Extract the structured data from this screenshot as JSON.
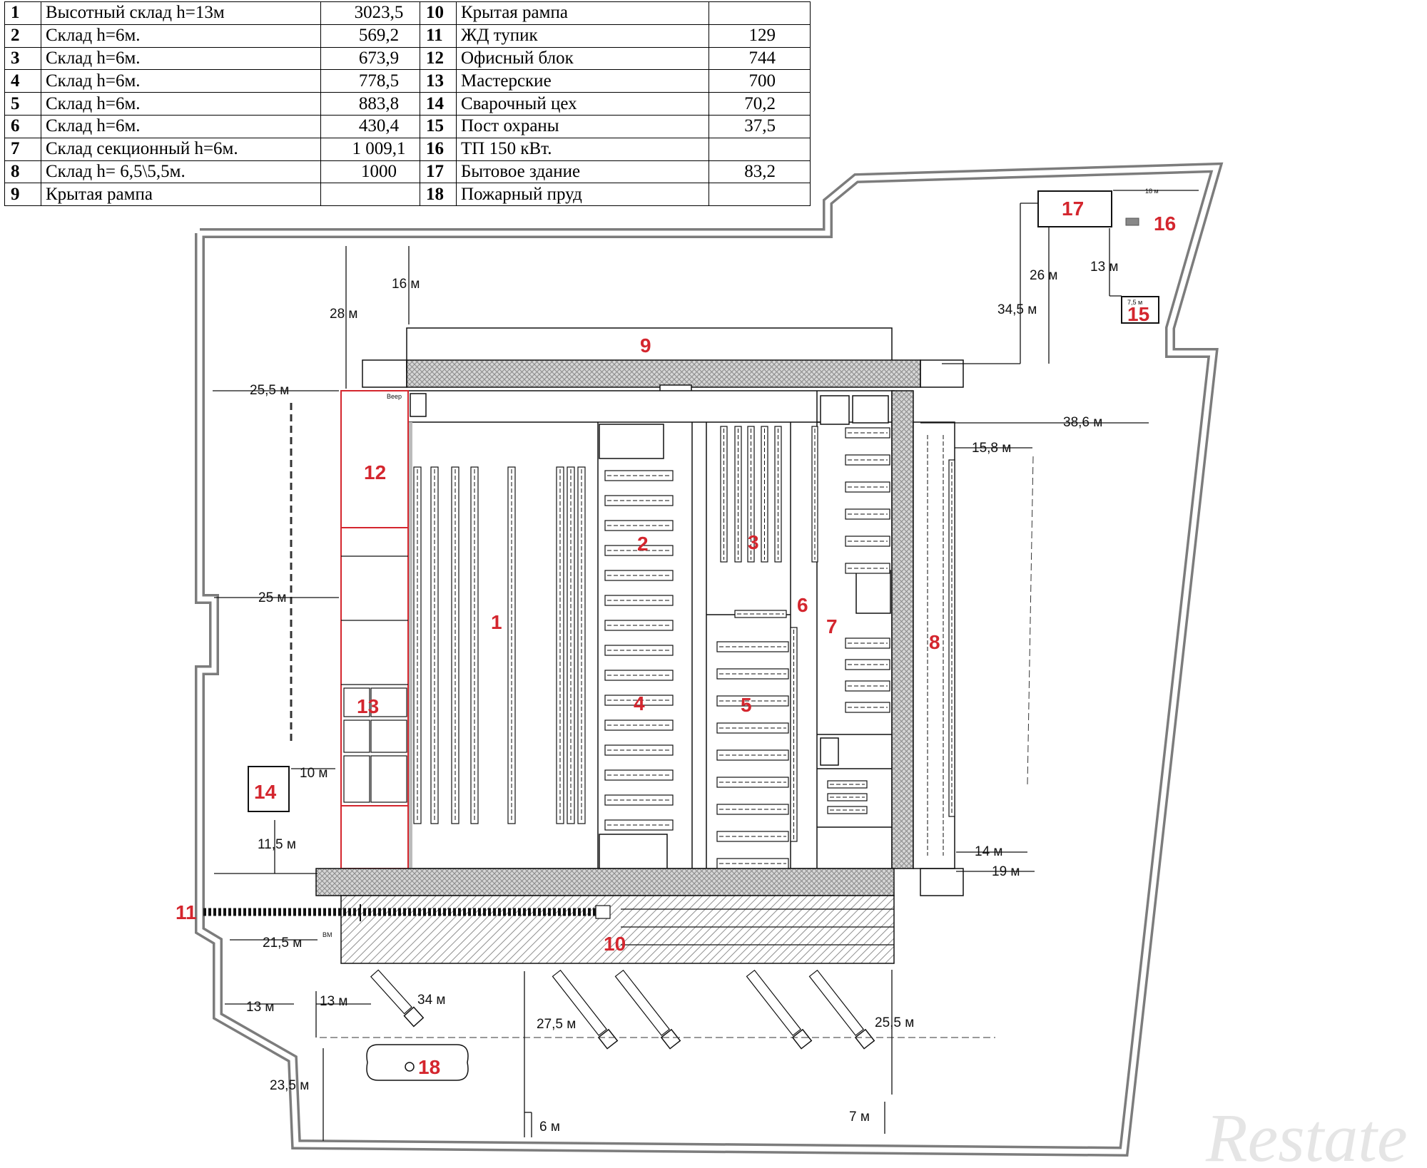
{
  "legend": {
    "left": [
      {
        "num": "1",
        "name": "Высотный склад h=13м",
        "area": "3023,5"
      },
      {
        "num": "2",
        "name": "Склад h=6м.",
        "area": "569,2"
      },
      {
        "num": "3",
        "name": "Склад h=6м.",
        "area": "673,9"
      },
      {
        "num": "4",
        "name": "Склад h=6м.",
        "area": "778,5"
      },
      {
        "num": "5",
        "name": "Склад h=6м.",
        "area": "883,8"
      },
      {
        "num": "6",
        "name": "Склад h=6м.",
        "area": "430,4"
      },
      {
        "num": "7",
        "name": "Склад секционный h=6м.",
        "area": "1 009,1"
      },
      {
        "num": "8",
        "name": "Склад h= 6,5\\5,5м.",
        "area": "1000"
      },
      {
        "num": "9",
        "name": "Крытая рампа",
        "area": ""
      }
    ],
    "right": [
      {
        "num": "10",
        "name": "Крытая рампа",
        "area": ""
      },
      {
        "num": "11",
        "name": "ЖД тупик",
        "area": "129"
      },
      {
        "num": "12",
        "name": "Офисный блок",
        "area": "744"
      },
      {
        "num": "13",
        "name": "Мастерские",
        "area": "700"
      },
      {
        "num": "14",
        "name": "Сварочный цех",
        "area": "70,2"
      },
      {
        "num": "15",
        "name": "Пост охраны",
        "area": "37,5"
      },
      {
        "num": "16",
        "name": "ТП 150 кВт.",
        "area": ""
      },
      {
        "num": "17",
        "name": "Бытовое здание",
        "area": "83,2"
      },
      {
        "num": "18",
        "name": "Пожарный пруд",
        "area": ""
      }
    ]
  },
  "plan": {
    "building_labels": {
      "b1": "1",
      "b2": "2",
      "b3": "3",
      "b4": "4",
      "b5": "5",
      "b6": "6",
      "b7": "7",
      "b8": "8",
      "b9": "9",
      "b10": "10",
      "b11": "11",
      "b12": "12",
      "b13": "13",
      "b14": "14",
      "b15": "15",
      "b16": "16",
      "b17": "17",
      "b18": "18"
    },
    "dimensions": {
      "d28": "28 м",
      "d16": "16 м",
      "d255a": "25,5 м",
      "d25": "25 м",
      "d10": "10 м",
      "d115": "11,5 м",
      "d215": "21,5 м",
      "d13a": "13 м",
      "d13b": "13 м",
      "d34": "34 м",
      "d235": "23,5 м",
      "d275": "27,5 м",
      "d6": "6 м",
      "d7": "7 м",
      "d255b": "25,5 м",
      "d14": "14 м",
      "d19": "19 м",
      "d158": "15,8 м",
      "d386": "38,6 м",
      "d345": "34,5 м",
      "d26": "26 м",
      "d13c": "13 м",
      "d18": "18 м",
      "d75": "7,5 м"
    },
    "small_text": {
      "veer": "Веер",
      "bm": "ВМ"
    },
    "colors": {
      "wall": "#8a8a8a",
      "line": "#111111",
      "red_label": "#d4262e",
      "office_outline": "#d4262e",
      "hatch": "#9a9a9a"
    }
  },
  "watermark": {
    "logo": "Restate"
  }
}
